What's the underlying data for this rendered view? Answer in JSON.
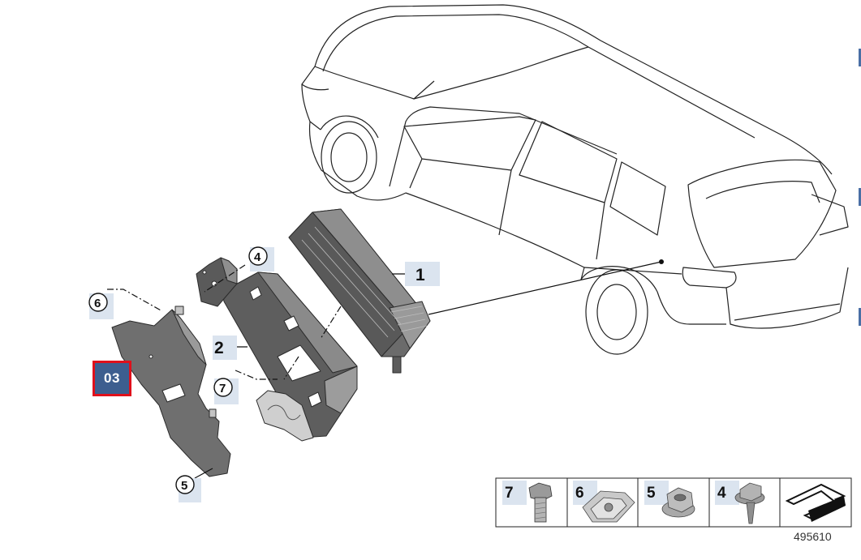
{
  "figure_badge": "03",
  "diagram_number": "495610",
  "callouts": {
    "part1": "1",
    "part2": "2",
    "part4": "4",
    "part5": "5",
    "part6": "6",
    "part7": "7"
  },
  "legend": {
    "cells": [
      {
        "number": "7",
        "part": "hex bolt"
      },
      {
        "number": "6",
        "part": "clip nut"
      },
      {
        "number": "5",
        "part": "hex nut"
      },
      {
        "number": "4",
        "part": "hex screw with collar"
      },
      {
        "number": "",
        "part": "location arrow"
      }
    ]
  },
  "colors": {
    "badge_fill": "#3d5e8f",
    "badge_border": "#e0101b",
    "label_highlight": "#dbe4ef",
    "part_dark": "#5c5c5c",
    "part_mid": "#8a8a8a",
    "part_light": "#c4c4c4"
  }
}
